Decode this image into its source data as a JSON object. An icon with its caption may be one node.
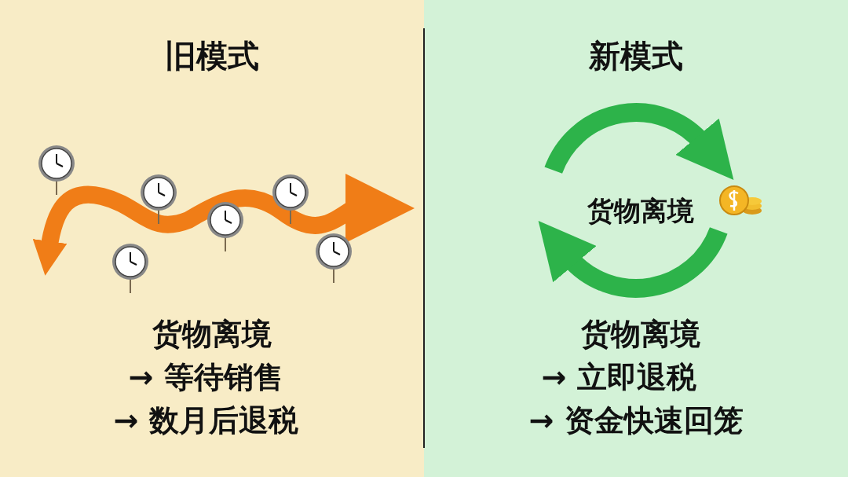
{
  "diagram": {
    "nodes": [
      {
        "text": [
          "旧模式"
        ]
      },
      {
        "text": [
          "新模式"
        ]
      }
    ],
    "labels": [
      "货物离境",
      "→ 等待销售",
      "→ 数月后退税",
      "货物离境",
      "货物离境",
      "→ 立即退税",
      "→ 资金快速回笼"
    ]
  }
}
